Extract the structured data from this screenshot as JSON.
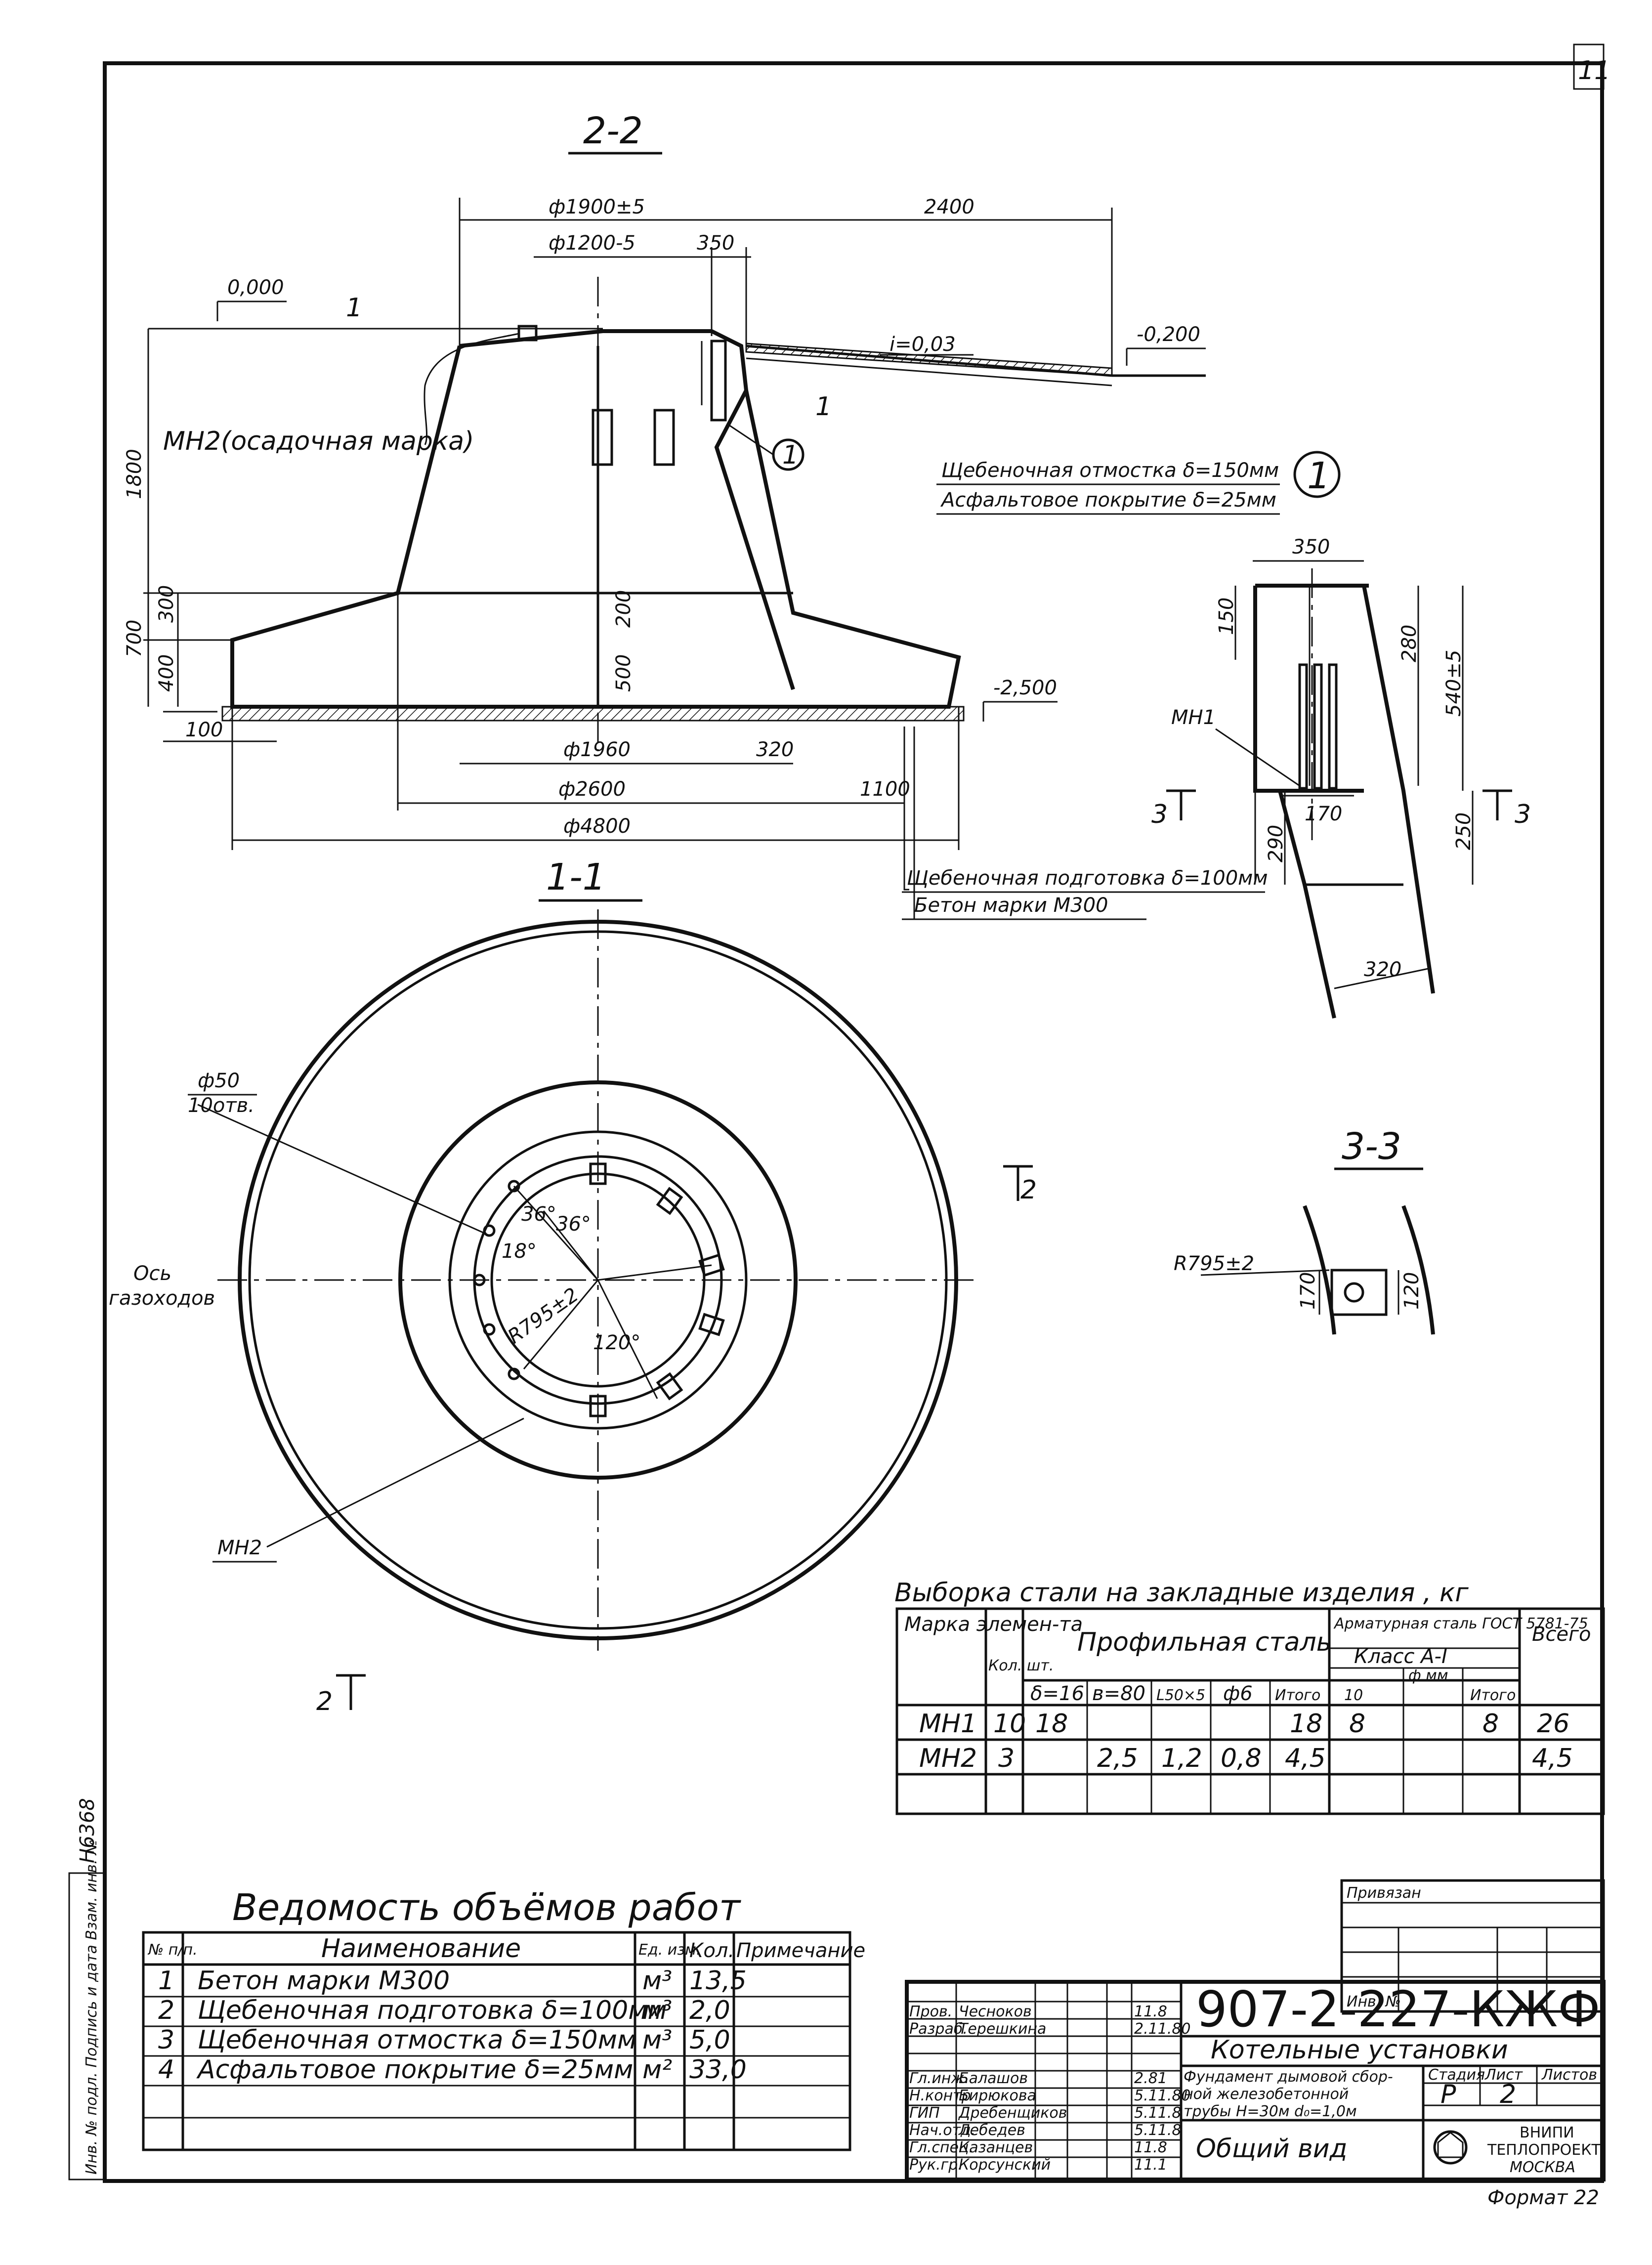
{
  "sheet_number": "11",
  "inventory_number": "Н6368",
  "side_stamp": "Инв. № подл.  Подпись и дата  Взам. инв. №",
  "section_2_2": {
    "title": "2-2",
    "dims": {
      "d1900": "ф1900±5",
      "d1200": "ф1200-5",
      "d350": "350",
      "d2400": "2400",
      "level_0": "0,000",
      "level_m0200": "-0,200",
      "slope": "i=0,03",
      "h1800": "1800",
      "h700": "700",
      "h300": "300",
      "h400": "400",
      "h200": "200",
      "h500": "500",
      "level_m2500": "-2,500",
      "h100": "100",
      "d1960": "ф1960",
      "d320": "320",
      "d2600": "ф2600",
      "d1100": "1100",
      "d4800": "ф4800",
      "cut_1": "1",
      "callout_1": "1"
    },
    "label_mn2": "МН2(осадочная марка)",
    "note_blind_area": "Щебеночная отмостка δ=150мм",
    "note_asphalt": "Асфальтовое покрытие δ=25мм",
    "note_gravel_prep": "Щебеночная подготовка δ=100мм",
    "note_concrete": "Бетон марки М300"
  },
  "detail_1": {
    "callout": "1",
    "d350": "350",
    "d150": "150",
    "d280": "280",
    "d540": "540±5",
    "label_mn1": "МН1",
    "d170": "170",
    "d290": "290",
    "d250": "250",
    "d320": "320",
    "cut_3": "3"
  },
  "section_1_1": {
    "title": "1-1",
    "hole_label": "ф50",
    "hole_count": "10отв.",
    "axis_label_1": "Ось",
    "axis_label_2": "газоходов",
    "angle_36a": "36°",
    "angle_36b": "36°",
    "angle_18": "18°",
    "radius": "R795±2",
    "angle_120": "120°",
    "label_mn2": "МН2",
    "cut_2": "2"
  },
  "section_3_3": {
    "title": "3-3",
    "radius": "R795±2",
    "d170": "170",
    "d120": "120"
  },
  "steel_table": {
    "title": "Выборка стали на закладные изделия , кг",
    "headers": {
      "mark": "Марка элемен-та",
      "qty": "Кол. шт.",
      "profile": "Профильная сталь",
      "rebar": "Арматурная сталь ГОСТ 5781-75",
      "class": "Класс А-I",
      "total": "Всего",
      "c_d16": "δ=16",
      "c_b80": "в=80",
      "c_angle": "L50×5",
      "c_f6": "ф6",
      "c_itogo1": "Итого",
      "c_fmm": "ф мм",
      "c_10": "10",
      "c_itogo2": "Итого"
    },
    "rows": [
      {
        "mark": "МН1",
        "qty": "10",
        "d16": "18",
        "b80": "",
        "angle": "",
        "f6": "",
        "itogo1": "18",
        "f10": "8",
        "itogo2": "8",
        "total": "26"
      },
      {
        "mark": "МН2",
        "qty": "3",
        "d16": "",
        "b80": "2,5",
        "angle": "1,2",
        "f6": "0,8",
        "itogo1": "4,5",
        "f10": "",
        "itogo2": "",
        "total": "4,5"
      }
    ]
  },
  "volumes_table": {
    "title": "Ведомость объёмов работ",
    "headers": {
      "num": "№ п/п.",
      "name": "Наименование",
      "unit": "Ед. изм.",
      "qty": "Кол.",
      "note": "Примечание"
    },
    "rows": [
      {
        "num": "1",
        "name": "Бетон марки М300",
        "unit": "м³",
        "qty": "13,5",
        "note": ""
      },
      {
        "num": "2",
        "name": "Щебеночная подготовка δ=100мм",
        "unit": "м³",
        "qty": "2,0",
        "note": ""
      },
      {
        "num": "3",
        "name": "Щебеночная отмостка δ=150мм",
        "unit": "м³",
        "qty": "5,0",
        "note": ""
      },
      {
        "num": "4",
        "name": "Асфальтовое покрытие δ=25мм",
        "unit": "м²",
        "qty": "33,0",
        "note": ""
      }
    ]
  },
  "binding_stamp": {
    "title": "Привязан",
    "inv": "Инв. №"
  },
  "title_block": {
    "code": "907-2-227-КЖФ",
    "project": "Котельные установки",
    "description_1": "Фундамент дымовой сбор-",
    "description_2": "ной железобетонной",
    "description_3": "трубы H=30м d₀=1,0м",
    "sheet_title": "Общий вид",
    "stage_label": "Стадия",
    "sheet_label": "Лист",
    "sheets_label": "Листов",
    "stage": "Р",
    "sheet": "2",
    "sheets": "",
    "org_1": "ВНИПИ",
    "org_2": "ТЕПЛОПРОЕКТ",
    "org_3": "МОСКВА",
    "format": "Формат 22",
    "signers": [
      {
        "role": "Гл.инж.",
        "name": "Балашов"
      },
      {
        "role": "Н.контр",
        "name": "Бирюкова"
      },
      {
        "role": "ГИП",
        "name": "Дребенщиков"
      },
      {
        "role": "Нач.отд.",
        "name": "Лебедев"
      },
      {
        "role": "Гл.спец.",
        "name": "Казанцев"
      },
      {
        "role": "Рук.гр.",
        "name": "Корсунский"
      },
      {
        "role": "Пров.",
        "name": "Чесноков"
      },
      {
        "role": "Разраб.",
        "name": "Терешкина"
      }
    ],
    "dates": [
      "2.81",
      "5.11.80",
      "5.11.8",
      "5.11.8",
      "11.8",
      "11.1",
      "11.8",
      "2.11.80"
    ]
  }
}
